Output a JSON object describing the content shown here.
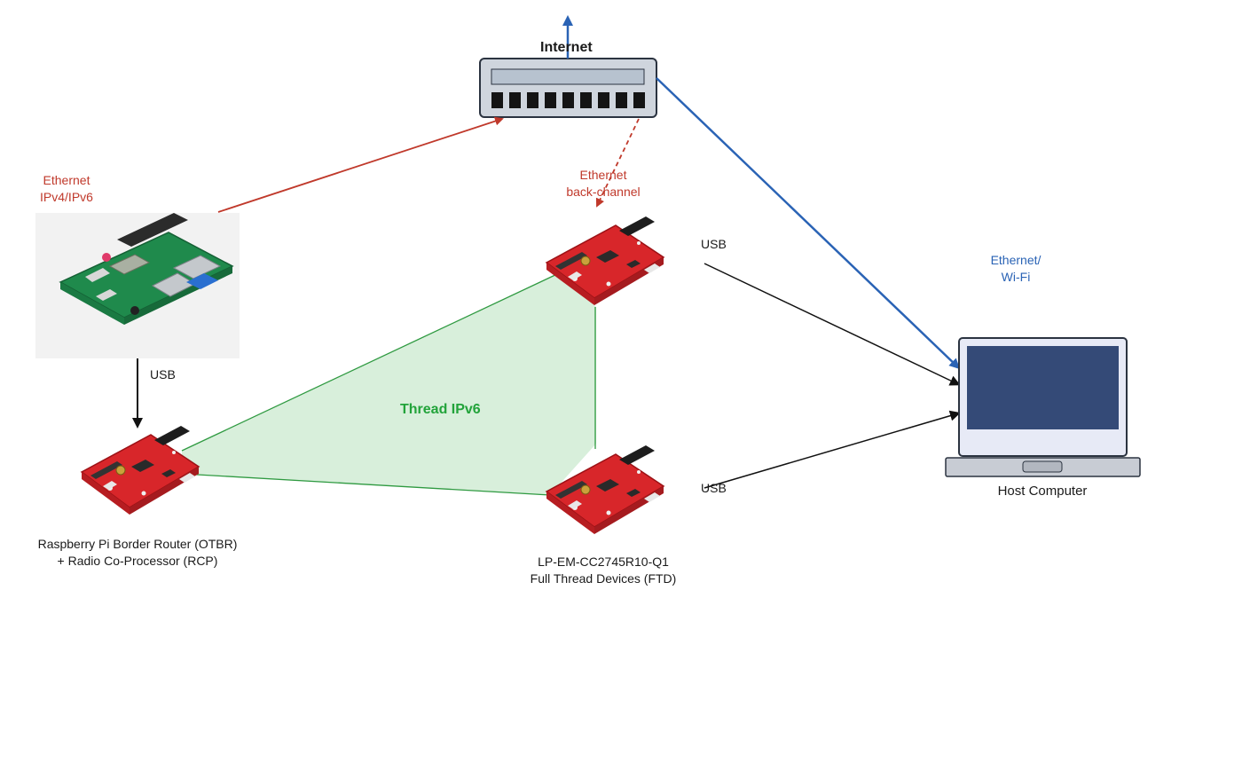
{
  "internet": {
    "label": "Internet"
  },
  "otbr": {
    "ethernet_label_line1": "Ethernet",
    "ethernet_label_line2": "IPv4/IPv6",
    "usb_label": "USB",
    "caption_line1": "Raspberry Pi Border Router (OTBR)",
    "caption_line2": "+ Radio Co-Processor (RCP)"
  },
  "ftd": {
    "backchannel_line1": "Ethernet",
    "backchannel_line2": "back-channel",
    "usb_top_label": "USB",
    "usb_bottom_label": "USB",
    "caption_line1": "LP-EM-CC2745R10-Q1",
    "caption_line2": "Full Thread Devices (FTD)"
  },
  "mesh": {
    "label": "Thread IPv6"
  },
  "host": {
    "link_line1": "Ethernet/",
    "link_line2": "Wi-Fi",
    "caption": "Host Computer"
  },
  "colors": {
    "ethernet": "#c0392b",
    "internet_link": "#2a63b5",
    "usb": "#111111",
    "thread_fill": "#d8efdb",
    "thread_edge": "#2f9a41",
    "board_red": "#d8262a",
    "screen": "#344a77"
  }
}
